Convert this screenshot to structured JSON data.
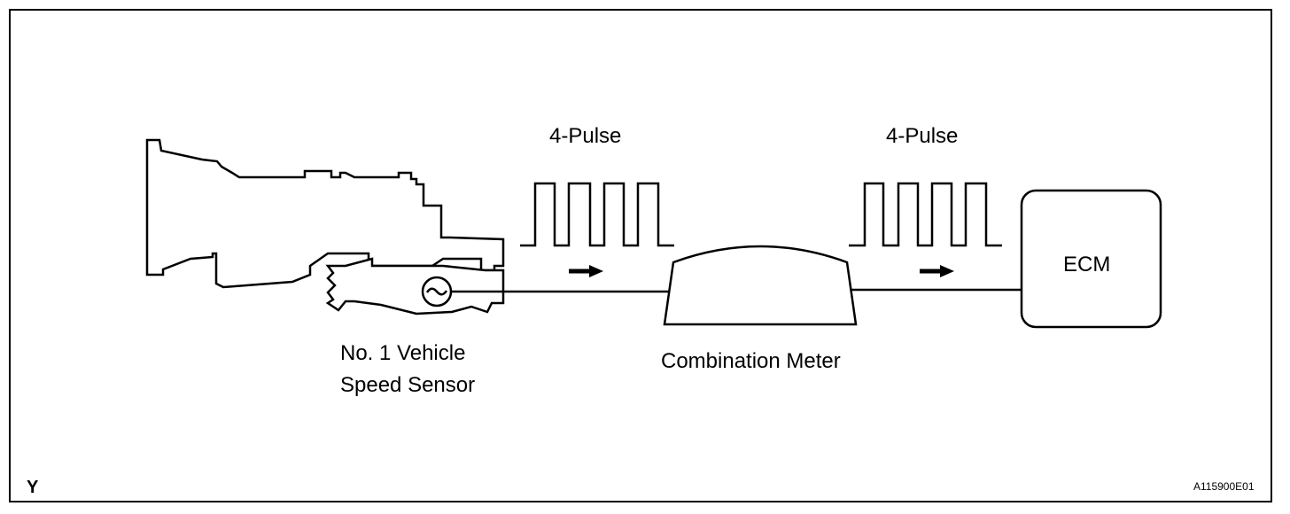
{
  "labels": {
    "pulse_left": "4-Pulse",
    "pulse_right": "4-Pulse",
    "sensor_line1": "No. 1 Vehicle",
    "sensor_line2": "Speed Sensor",
    "meter": "Combination Meter",
    "ecm": "ECM",
    "corner_left": "Y",
    "figure_id": "A115900E01"
  },
  "signals": {
    "pulse_count": 4
  },
  "icons": {
    "sensor": "sine-wave-circle-icon",
    "flow": "arrow-right-icon"
  },
  "colors": {
    "line": "#000000",
    "background": "#ffffff"
  }
}
